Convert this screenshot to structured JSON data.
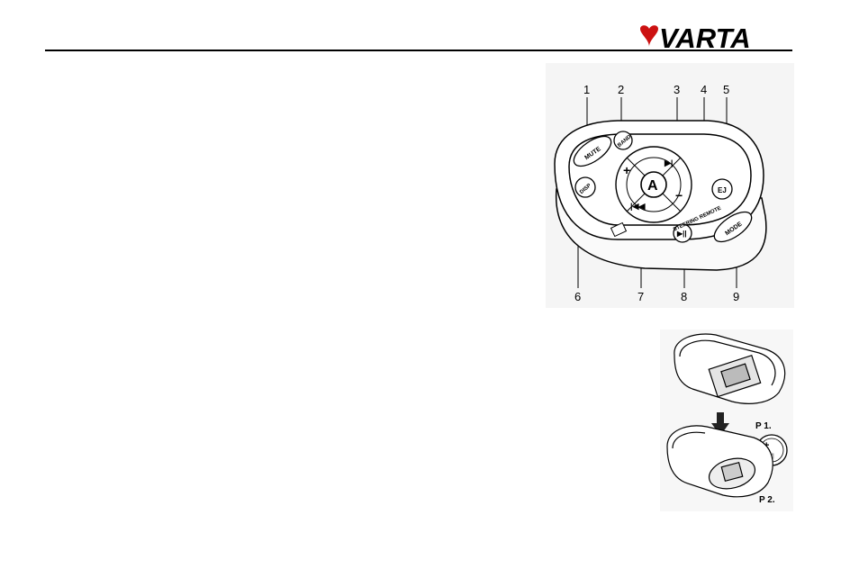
{
  "header": {
    "brand": "VARTA",
    "brand_color": "#cc1111"
  },
  "remote_figure": {
    "callouts": [
      "1",
      "2",
      "3",
      "4",
      "5",
      "6",
      "7",
      "8",
      "9"
    ],
    "buttons": {
      "mute": "MUTE",
      "band": "BAND",
      "disp": "DISP",
      "mode": "MODE",
      "center": "A",
      "plus": "+",
      "minus": "−",
      "steering": "STEERING REMOTE"
    }
  },
  "battery_figure": {
    "step1": "P 1.",
    "step2": "P 2."
  }
}
